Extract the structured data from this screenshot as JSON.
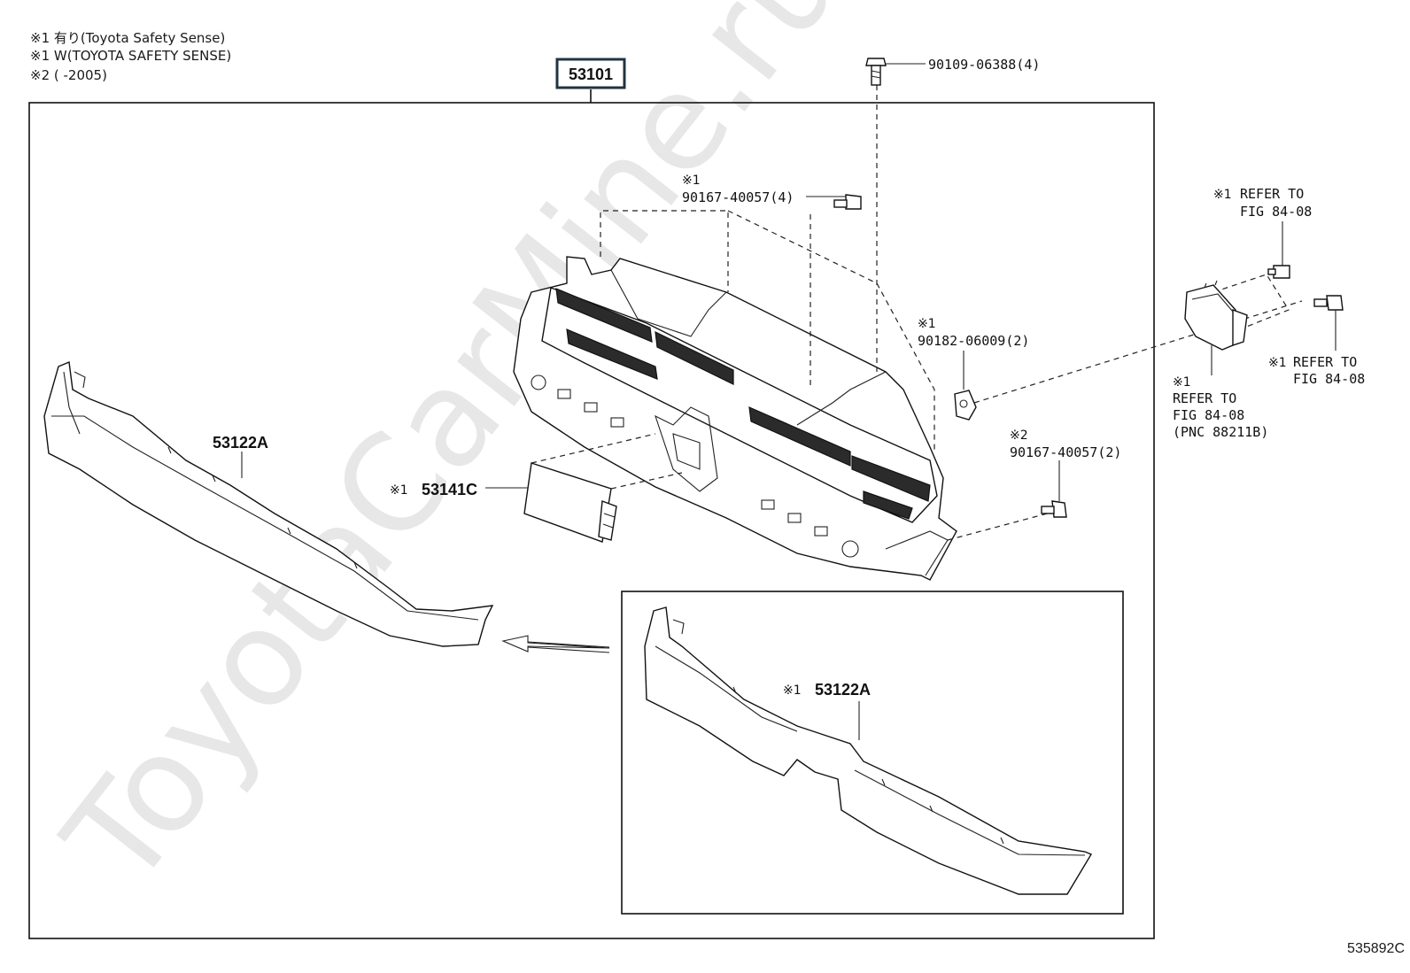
{
  "notes": [
    "※1 有り(Toyota  Safety  Sense)",
    "※1 W(TOYOTA SAFETY SENSE)",
    "※2 (      -2005)"
  ],
  "watermark": "ToyotaCarMine.ru",
  "figure_id": "535892C",
  "main_part": "53101",
  "callouts": {
    "bolt_top": "90109-06388(4)",
    "bolt_grille_mark": "※1",
    "bolt_grille": "90167-40057(4)",
    "clip_mark": "※1",
    "clip": "90182-06009(2)",
    "bolt_side_mark": "※2",
    "bolt_side": "90167-40057(2)",
    "emblem_mark": "※1",
    "emblem": "53141C",
    "molding_left": "53122A",
    "molding_inset_mark": "※1",
    "molding_inset": "53122A",
    "refer_a_mark": "※1",
    "refer_a_1": "REFER TO",
    "refer_a_2": "FIG 84-08",
    "refer_b_mark": "※1",
    "refer_b_1": "REFER TO",
    "refer_b_2": "FIG 84-08",
    "refer_c_mark": "※1",
    "refer_c_1": "REFER TO",
    "refer_c_2": "FIG 84-08",
    "refer_c_3": "(PNC 88211B)"
  }
}
